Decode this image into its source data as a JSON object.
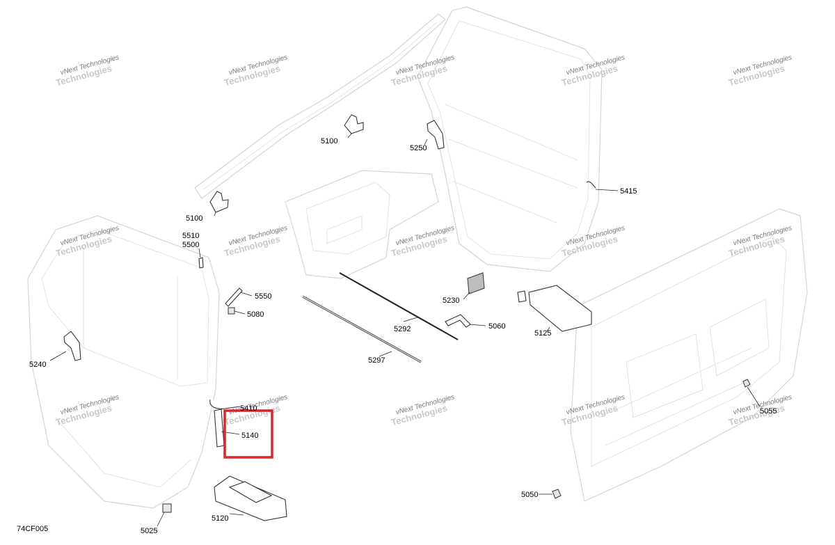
{
  "diagram": {
    "code": "74CF005",
    "watermark": {
      "line1": "vNext Technologies",
      "line2": "Technologies"
    },
    "highlight_color": "#d9262c",
    "callouts": [
      {
        "id": "5100a",
        "label": "5100"
      },
      {
        "id": "5250",
        "label": "5250"
      },
      {
        "id": "5100b",
        "label": "5100"
      },
      {
        "id": "5415",
        "label": "5415"
      },
      {
        "id": "5510",
        "label": "5510"
      },
      {
        "id": "5500",
        "label": "5500"
      },
      {
        "id": "5550",
        "label": "5550"
      },
      {
        "id": "5080",
        "label": "5080"
      },
      {
        "id": "5230",
        "label": "5230"
      },
      {
        "id": "5292",
        "label": "5292"
      },
      {
        "id": "5060",
        "label": "5060"
      },
      {
        "id": "5125",
        "label": "5125"
      },
      {
        "id": "5240",
        "label": "5240"
      },
      {
        "id": "5297",
        "label": "5297"
      },
      {
        "id": "5410",
        "label": "5410"
      },
      {
        "id": "5140",
        "label": "5140"
      },
      {
        "id": "5055",
        "label": "5055"
      },
      {
        "id": "5050",
        "label": "5050"
      },
      {
        "id": "5120",
        "label": "5120"
      },
      {
        "id": "5025",
        "label": "5025"
      }
    ]
  }
}
